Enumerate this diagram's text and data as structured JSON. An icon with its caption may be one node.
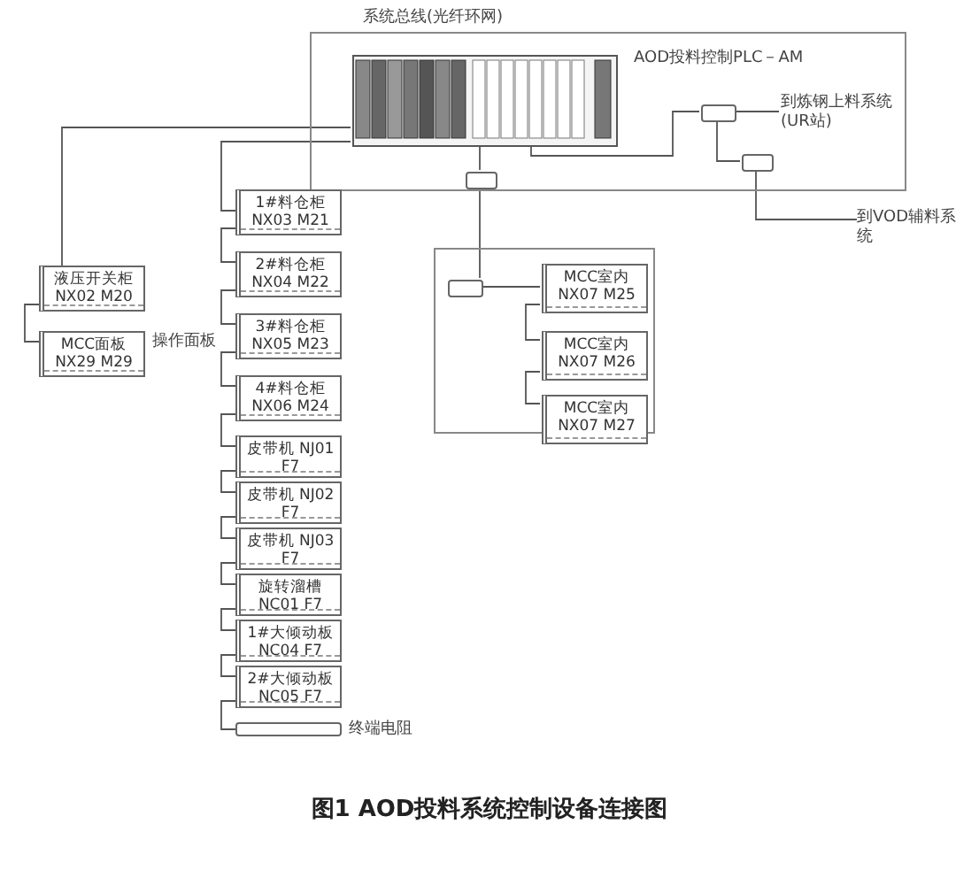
{
  "diagram": {
    "caption": "图1 AOD投料系统控制设备连接图",
    "nodes": [
      {
        "text": [
          "AOD投料控制PLC－AM"
        ]
      },
      {
        "text": [],
        "shape": "picture",
        "in": 0
      },
      {
        "text": [],
        "shape": "box",
        "in": 0
      },
      {
        "text": [],
        "shape": "box",
        "in": 0
      },
      {
        "text": [],
        "shape": "box",
        "in": 0
      },
      {
        "text": [],
        "shape": "box"
      },
      {
        "text": [],
        "shape": "box",
        "in": 5
      },
      {
        "text": [
          "MCC室内 NX07 M25"
        ],
        "in": 5
      },
      {
        "text": [
          "MCC室内 NX07 M26"
        ],
        "in": 5
      },
      {
        "text": [
          "MCC室内 NX07 M27"
        ],
        "in": 5
      },
      {
        "text": [
          "液压开关柜 NX02 M20"
        ]
      },
      {
        "text": [
          "MCC面板 NX29 M29"
        ],
        "beside": [
          "操作面板"
        ]
      },
      {
        "text": [
          "1#料仓柜 NX03 M21"
        ]
      },
      {
        "text": [
          "2#料仓柜 NX04 M22"
        ]
      },
      {
        "text": [
          "3#料仓柜 NX05 M23"
        ]
      },
      {
        "text": [
          "4#料仓柜 NX06 M24"
        ]
      },
      {
        "text": [
          "皮带机 NJ01 F7"
        ]
      },
      {
        "text": [
          "皮带机 NJ02 F7"
        ]
      },
      {
        "text": [
          "皮带机 NJ03 F7"
        ]
      },
      {
        "text": [
          "旋转溜槽 NC01 F7"
        ]
      },
      {
        "text": [
          "1#大倾动板 NC04 F7"
        ]
      },
      {
        "text": [
          "2#大倾动板 NC05 F7"
        ]
      },
      {
        "text": [],
        "shape": "box",
        "beside": [
          "终端电阻"
        ]
      },
      {
        "text": [
          "到炼钢上料系统(UR站)"
        ],
        "in": 0
      },
      {
        "text": [
          "到VOD辅料系统"
        ]
      }
    ],
    "edges": [
      {
        "from": 1,
        "to": 10,
        "arrow": "none"
      },
      {
        "from": 10,
        "to": 11,
        "arrow": "none"
      },
      {
        "from": 1,
        "to": 12,
        "arrow": "none"
      },
      {
        "from": 12,
        "to": 13,
        "arrow": "none"
      },
      {
        "from": 13,
        "to": 14,
        "arrow": "none"
      },
      {
        "from": 14,
        "to": 15,
        "arrow": "none"
      },
      {
        "from": 15,
        "to": 16,
        "arrow": "none"
      },
      {
        "from": 16,
        "to": 17,
        "arrow": "none"
      },
      {
        "from": 17,
        "to": 18,
        "arrow": "none"
      },
      {
        "from": 18,
        "to": 19,
        "arrow": "none"
      },
      {
        "from": 19,
        "to": 20,
        "arrow": "none"
      },
      {
        "from": 20,
        "to": 21,
        "arrow": "none"
      },
      {
        "from": 21,
        "to": 22,
        "arrow": "none"
      },
      {
        "from": 1,
        "to": 4,
        "arrow": "none"
      },
      {
        "from": 4,
        "to": 6,
        "arrow": "none"
      },
      {
        "from": 6,
        "to": 7,
        "arrow": "none"
      },
      {
        "from": 7,
        "to": 8,
        "arrow": "none"
      },
      {
        "from": 8,
        "to": 9,
        "arrow": "none"
      },
      {
        "from": 1,
        "to": 2,
        "arrow": "none"
      },
      {
        "from": 2,
        "to": 3,
        "arrow": "none"
      },
      {
        "from": 2,
        "to": 23,
        "arrow": "none"
      },
      {
        "from": 3,
        "to": 24,
        "arrow": "none"
      }
    ],
    "labels": [
      "系统总线(光纤环网)"
    ]
  }
}
